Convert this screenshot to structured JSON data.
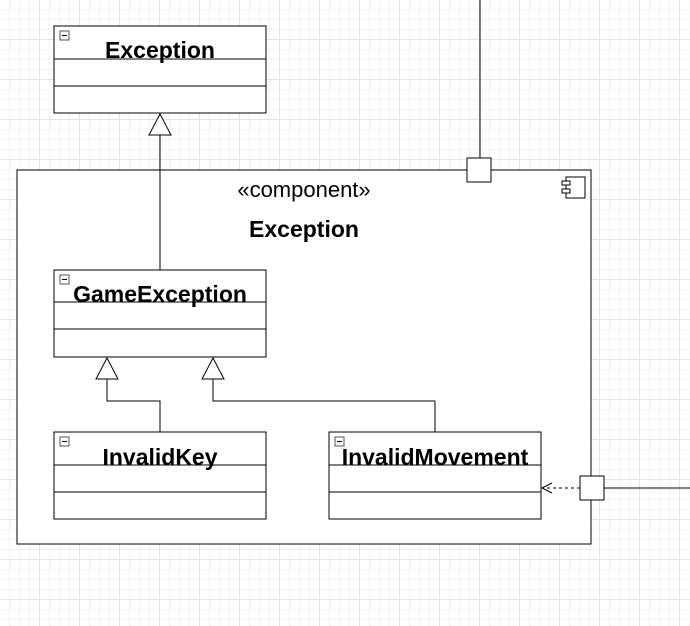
{
  "diagram": {
    "outer_class": {
      "name": "Exception"
    },
    "component": {
      "stereotype": "«component»",
      "name": "Exception"
    },
    "classes": {
      "game_exception": {
        "name": "GameException"
      },
      "invalid_key": {
        "name": "InvalidKey"
      },
      "invalid_movement": {
        "name": "InvalidMovement"
      }
    }
  }
}
